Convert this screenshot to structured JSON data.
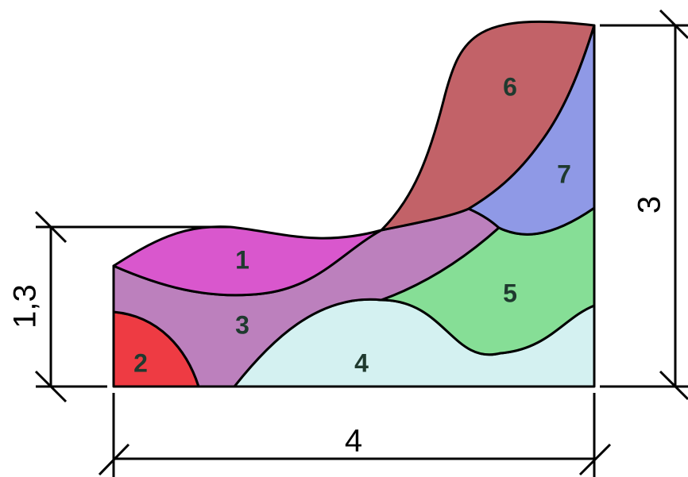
{
  "regions": [
    {
      "label": "1",
      "color": "#d957cd"
    },
    {
      "label": "2",
      "color": "#ee3b43"
    },
    {
      "label": "3",
      "color": "#bc80bd"
    },
    {
      "label": "4",
      "color": "#d4f1f1"
    },
    {
      "label": "5",
      "color": "#86de96"
    },
    {
      "label": "6",
      "color": "#c26268"
    },
    {
      "label": "7",
      "color": "#8f99e6"
    }
  ],
  "dimensions": {
    "width": "4",
    "left_height": "1,3",
    "right_height": "3"
  }
}
